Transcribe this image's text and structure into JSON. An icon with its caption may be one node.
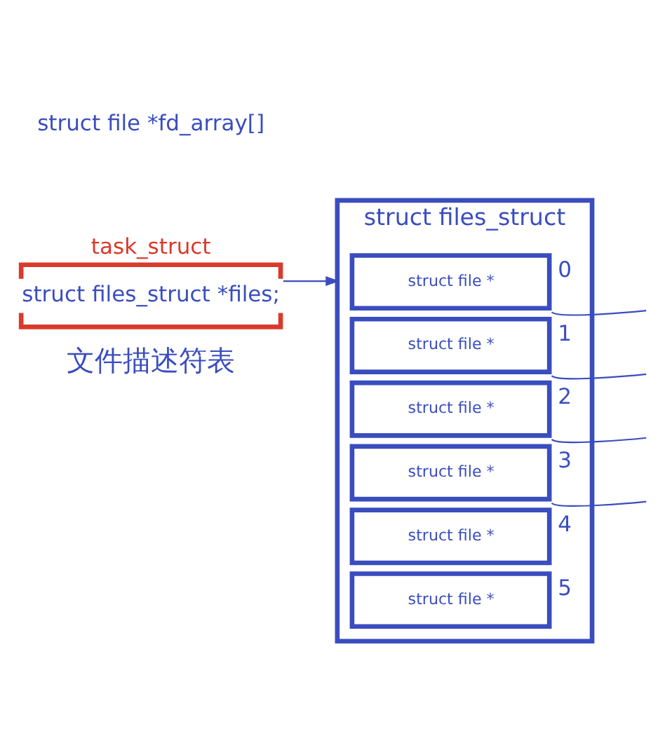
{
  "diagram": {
    "nodes": [
      {
        "text": [
          "task_struct",
          "struct files_struct *files;"
        ]
      },
      {
        "text": [
          "struct files_struct"
        ]
      },
      {
        "text": [
          "struct file *"
        ],
        "in": 1,
        "beside": [
          "0"
        ]
      },
      {
        "text": [
          "struct file *"
        ],
        "in": 1,
        "beside": [
          "1"
        ]
      },
      {
        "text": [
          "struct file *"
        ],
        "in": 1,
        "beside": [
          "2"
        ]
      },
      {
        "text": [
          "struct file *"
        ],
        "in": 1,
        "beside": [
          "3"
        ]
      },
      {
        "text": [
          "struct file *"
        ],
        "in": 1,
        "beside": [
          "4"
        ]
      },
      {
        "text": [
          "struct file *"
        ],
        "in": 1,
        "beside": [
          "5"
        ]
      }
    ],
    "edges": [
      {
        "from": 0,
        "to": 1,
        "arrow": "to"
      },
      {
        "from": 2,
        "to": null,
        "arrow": "none"
      },
      {
        "from": 3,
        "to": null,
        "arrow": "none"
      },
      {
        "from": 4,
        "to": null,
        "arrow": "none"
      },
      {
        "from": 5,
        "to": null,
        "arrow": "none"
      }
    ],
    "labels": [
      "struct file *fd_array[]"
    ],
    "caption": "文件描述符表"
  }
}
